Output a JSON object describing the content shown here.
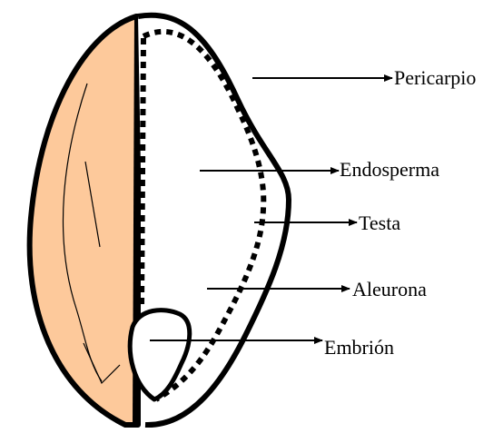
{
  "diagram": {
    "colors": {
      "outline": "#000000",
      "half_fill": "#FDC99B",
      "background": "#FFFFFF"
    },
    "labels": {
      "pericarpio": "Pericarpio",
      "endosperma": "Endosperma",
      "testa": "Testa",
      "aleurona": "Aleurona",
      "embrion": "Embrión"
    }
  }
}
